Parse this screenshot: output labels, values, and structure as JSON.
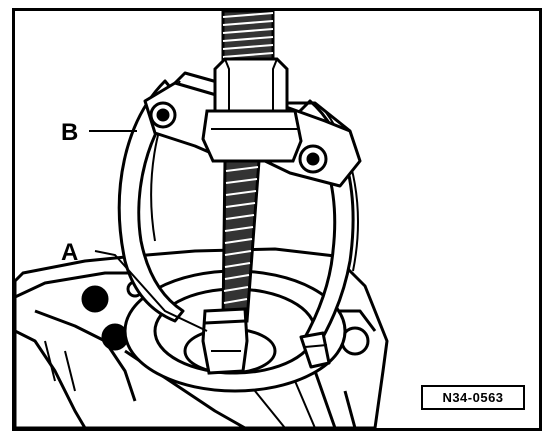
{
  "diagram": {
    "callouts": {
      "a": "A",
      "b": "B"
    },
    "figure_code": "N34-0563"
  },
  "colors": {
    "ink": "#000000",
    "paper": "#ffffff",
    "shade": "#555555"
  }
}
